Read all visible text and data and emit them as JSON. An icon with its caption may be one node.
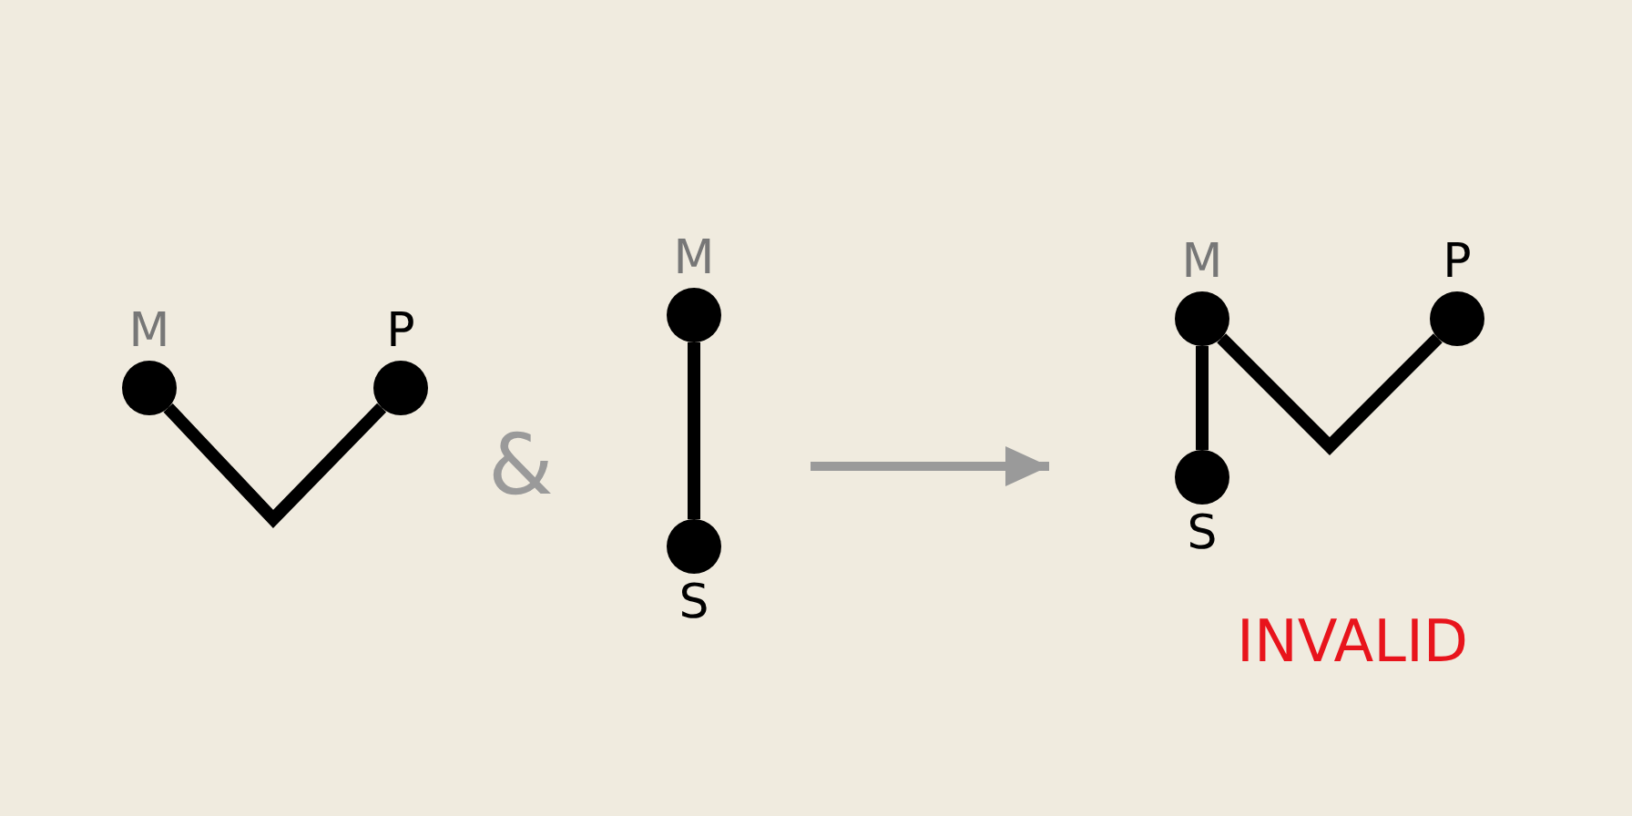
{
  "diagram": {
    "nodes": [
      {
        "text": [
          "M"
        ]
      },
      {
        "text": [
          "P"
        ]
      },
      {
        "text": [
          "M"
        ]
      },
      {
        "text": [
          "S"
        ]
      },
      {
        "text": [
          "M"
        ]
      },
      {
        "text": [
          "P"
        ]
      },
      {
        "text": [
          "S"
        ]
      }
    ],
    "edges": [
      {
        "from": 0,
        "to": 1,
        "arrow": "none"
      },
      {
        "from": 2,
        "to": 3,
        "arrow": "none"
      },
      {
        "from": 4,
        "to": 6,
        "arrow": "none"
      },
      {
        "from": 4,
        "to": 5,
        "arrow": "none"
      }
    ],
    "labels": [
      "&",
      "INVALID"
    ]
  }
}
